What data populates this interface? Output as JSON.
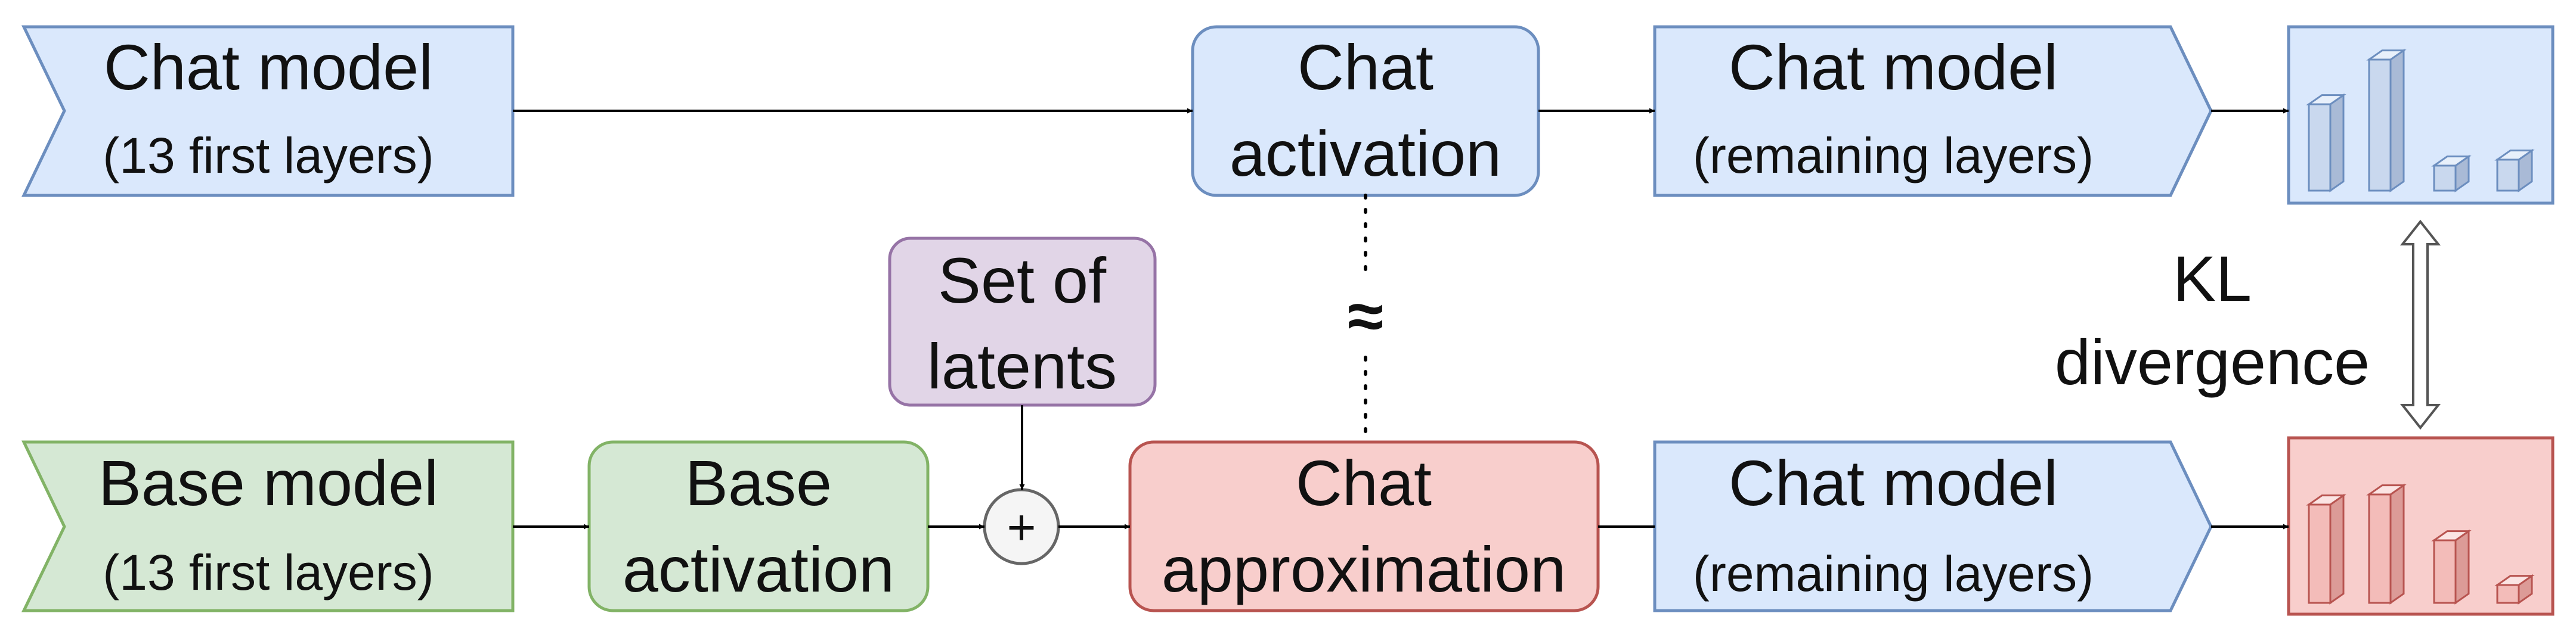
{
  "colors": {
    "blue_fill": "#dae8fc",
    "blue_stroke": "#6c8ebf",
    "green_fill": "#d5e8d4",
    "green_stroke": "#82b366",
    "red_fill": "#f8cecc",
    "red_stroke": "#b85450",
    "purple_fill": "#e1d5e7",
    "purple_stroke": "#9673a6"
  },
  "top_row": {
    "chat_model_first": {
      "line1": "Chat model",
      "line2": "(13 first layers)"
    },
    "chat_activation": {
      "line1": "Chat",
      "line2": "activation"
    },
    "chat_model_remaining": {
      "line1": "Chat model",
      "line2": "(remaining layers)"
    },
    "output_icon": "bar-chart-icon"
  },
  "bottom_row": {
    "base_model_first": {
      "line1": "Base model",
      "line2": "(13 first layers)"
    },
    "base_activation": {
      "line1": "Base",
      "line2": "activation"
    },
    "set_of_latents": {
      "line1": "Set of",
      "line2": "latents"
    },
    "plus_symbol": "+",
    "chat_approximation": {
      "line1": "Chat",
      "line2": "approximation"
    },
    "chat_model_remaining": {
      "line1": "Chat model",
      "line2": "(remaining layers)"
    },
    "output_icon": "bar-chart-icon"
  },
  "approx_symbol": "≈",
  "kl": {
    "line1": "KL",
    "line2": "divergence"
  }
}
